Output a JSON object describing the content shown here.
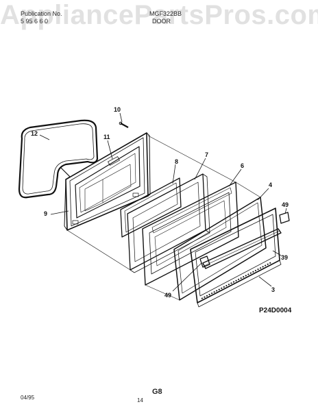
{
  "header": {
    "publication_label": "Publication No.",
    "publication_number": "5 95 6 6 0",
    "model_number": "MGF322BB",
    "section_title": "DOOR"
  },
  "watermark": "AppliancePartsPros.com",
  "diagram": {
    "callouts": [
      "10",
      "12",
      "11",
      "8",
      "7",
      "6",
      "4",
      "9",
      "49",
      "39",
      "49",
      "3"
    ],
    "figure_code": "P24D0004"
  },
  "footer": {
    "date": "04/95",
    "page": "14",
    "section": "G8"
  }
}
